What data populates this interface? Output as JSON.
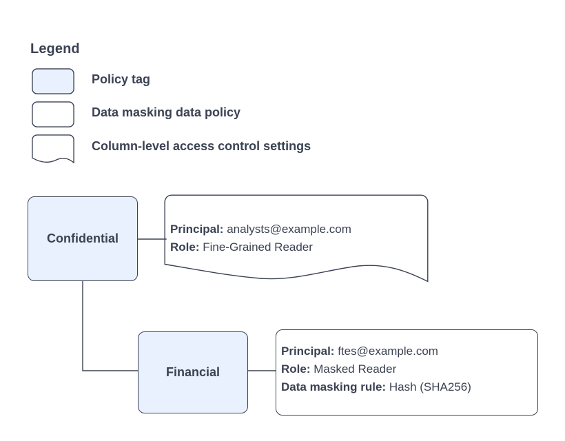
{
  "legend": {
    "title": "Legend",
    "items": [
      {
        "shape": "policy-tag-swatch",
        "label": "Policy tag"
      },
      {
        "shape": "data-masking-policy-swatch",
        "label": "Data masking data policy"
      },
      {
        "shape": "column-access-settings-swatch",
        "label": "Column-level access control settings"
      }
    ]
  },
  "diagram": {
    "nodes": [
      {
        "id": "confidential",
        "label": "Confidential"
      },
      {
        "id": "financial",
        "label": "Financial"
      }
    ],
    "callouts": [
      {
        "id": "confidential-settings",
        "shape": "document",
        "lines": [
          {
            "key": "Principal:",
            "value": "analysts@example.com"
          },
          {
            "key": "Role:",
            "value": "Fine-Grained Reader"
          }
        ]
      },
      {
        "id": "financial-policy",
        "shape": "rounded-rect",
        "lines": [
          {
            "key": "Principal:",
            "value": "ftes@example.com"
          },
          {
            "key": "Role:",
            "value": "Masked Reader"
          },
          {
            "key": "Data masking rule:",
            "value": "Hash (SHA256)"
          }
        ]
      }
    ]
  },
  "colors": {
    "tag_fill": "#e8f1fd",
    "stroke": "#3b4252",
    "text": "#3b4252",
    "background": "#ffffff"
  }
}
